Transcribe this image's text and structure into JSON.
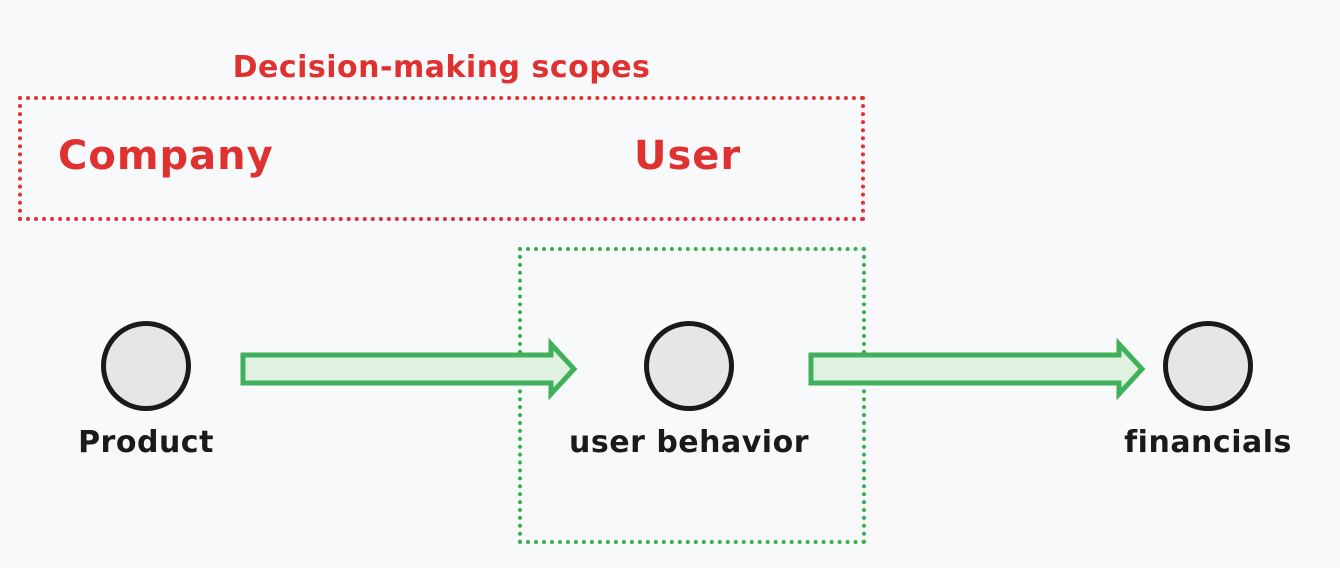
{
  "background_color": "#f8f9fb",
  "colors": {
    "scope_red": "#e03131",
    "scope_green": "#37b24d",
    "arrow_stroke": "#40b05a",
    "arrow_fill": "#dff2e2",
    "node_fill": "#e6e6e6",
    "node_stroke": "#1a1a1a",
    "label_text": "#1a1a1a"
  },
  "diagram": {
    "type": "flow",
    "title": "Decision-making scopes",
    "scopes": [
      {
        "id": "decision-making-scopes",
        "style": "red-dotted",
        "labels": [
          "Company",
          "User"
        ]
      },
      {
        "id": "user-behavior-scope",
        "style": "green-dotted",
        "labels": []
      }
    ],
    "scope_labels": {
      "company": "Company",
      "user": "User"
    },
    "nodes": [
      {
        "id": "product",
        "label": "Product"
      },
      {
        "id": "user-behavior",
        "label": "user behavior"
      },
      {
        "id": "financials",
        "label": "financials"
      }
    ],
    "edges": [
      {
        "from": "product",
        "to": "user-behavior",
        "label": ""
      },
      {
        "from": "user-behavior",
        "to": "financials",
        "label": ""
      }
    ]
  }
}
